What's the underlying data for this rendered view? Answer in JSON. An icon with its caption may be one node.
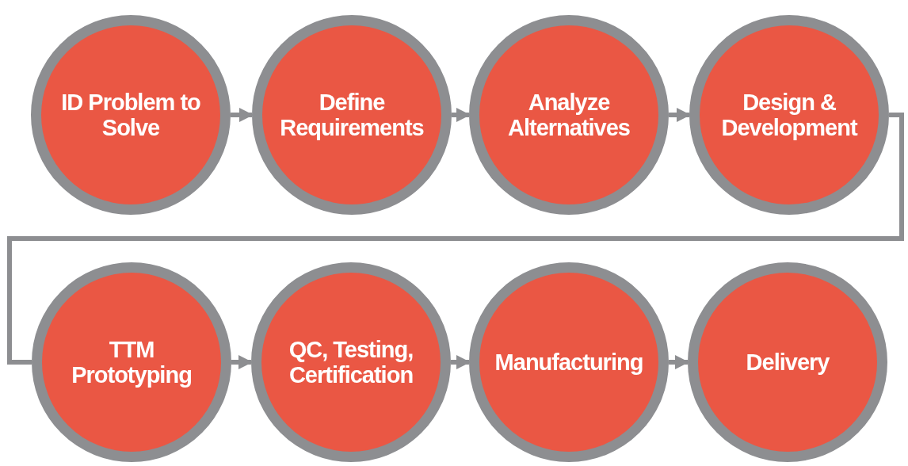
{
  "diagram": {
    "nodes": [
      {
        "text": [
          "ID Problem to Solve"
        ]
      },
      {
        "text": [
          "Define Requirements"
        ]
      },
      {
        "text": [
          "Analyze Alternatives"
        ]
      },
      {
        "text": [
          "Design & Development"
        ]
      },
      {
        "text": [
          "TTM Prototyping"
        ]
      },
      {
        "text": [
          "QC, Testing, Certification"
        ]
      },
      {
        "text": [
          "Manufacturing"
        ]
      },
      {
        "text": [
          "Delivery"
        ]
      }
    ],
    "edges": [
      {
        "from": 0,
        "to": 1,
        "arrow": "to"
      },
      {
        "from": 1,
        "to": 2,
        "arrow": "to"
      },
      {
        "from": 2,
        "to": 3,
        "arrow": "to"
      },
      {
        "from": 3,
        "to": 4,
        "arrow": "none"
      },
      {
        "from": 4,
        "to": 5,
        "arrow": "to"
      },
      {
        "from": 5,
        "to": 6,
        "arrow": "to"
      },
      {
        "from": 6,
        "to": 7,
        "arrow": "to"
      }
    ]
  }
}
